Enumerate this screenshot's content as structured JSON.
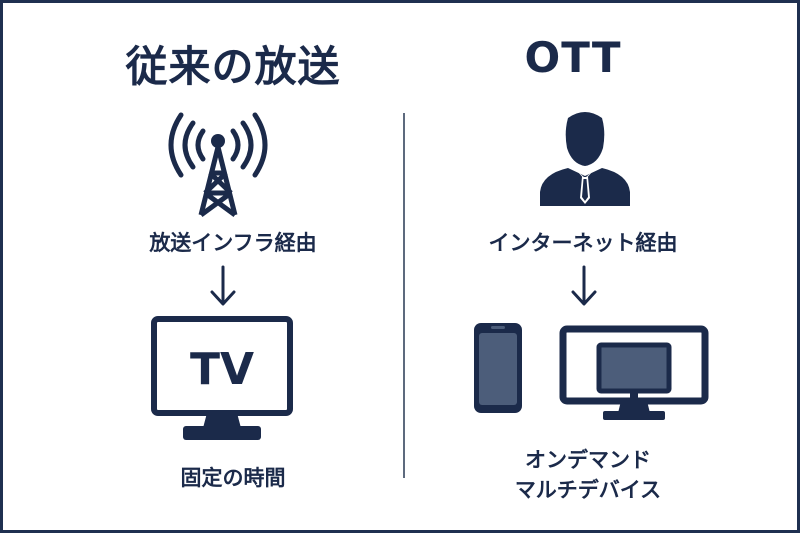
{
  "left": {
    "title": "従来の放送",
    "route": "放送インフラ経由",
    "screen_text": "TV",
    "result": "固定の時間"
  },
  "right": {
    "title": "OTT",
    "route": "インターネット経由",
    "result_line1": "オンデマンド",
    "result_line2": "マルチデバイス"
  },
  "colors": {
    "navy": "#1b2a4a",
    "screen_fill": "#4c5d7a",
    "border": "#1f3050"
  }
}
